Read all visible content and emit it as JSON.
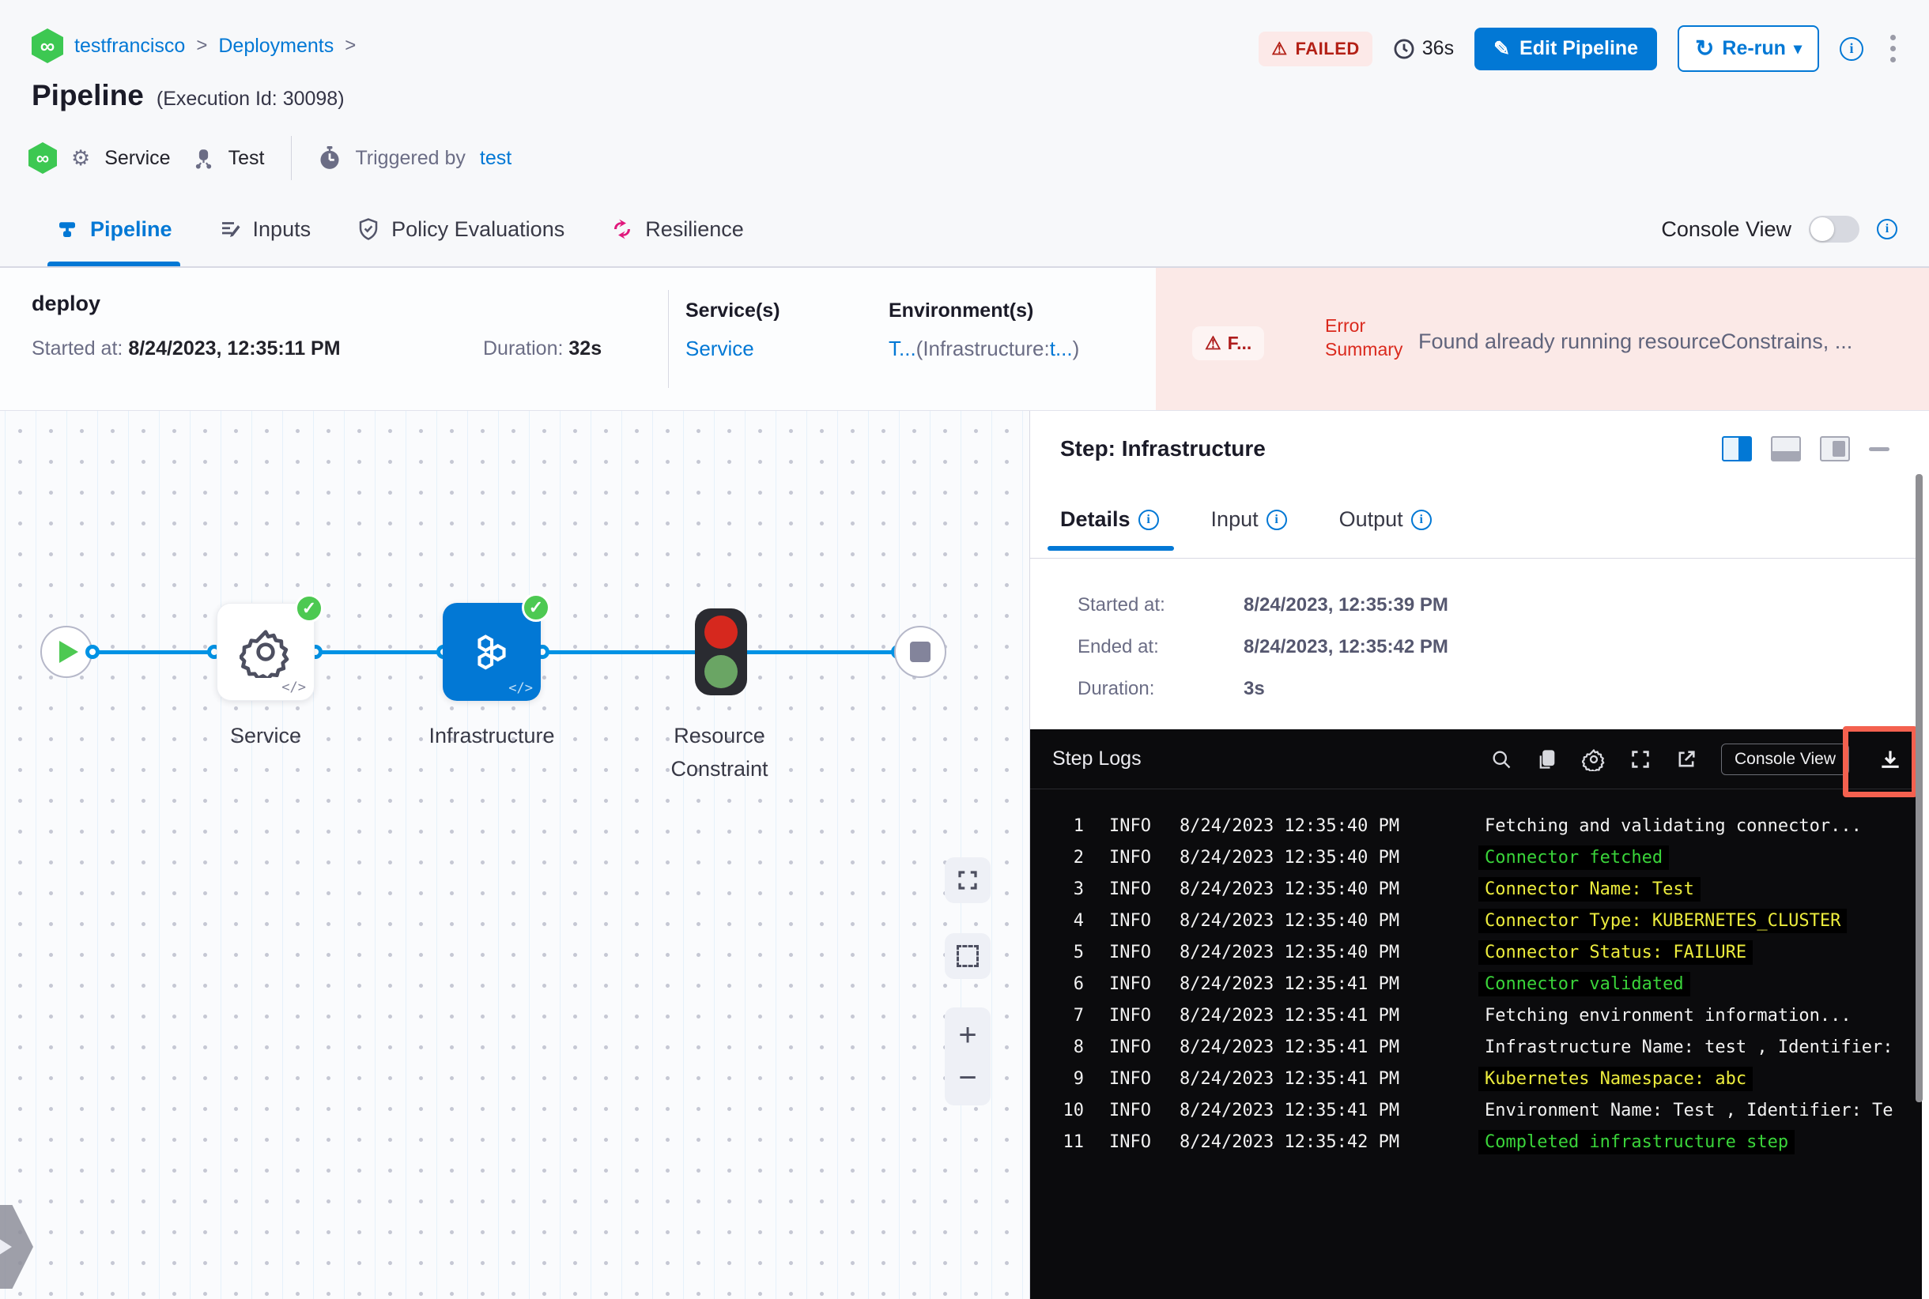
{
  "breadcrumb": {
    "items": [
      "testfrancisco",
      "Deployments"
    ],
    "separator": ">"
  },
  "header": {
    "title": "Pipeline",
    "execution_id": "(Execution Id: 30098)",
    "service_label": "Service",
    "test_label": "Test",
    "triggered_by_label": "Triggered by",
    "triggered_by_value": "test",
    "status_badge": "FAILED",
    "elapsed": "36s",
    "edit_pipeline_label": "Edit Pipeline",
    "rerun_label": "Re-run"
  },
  "tabs": {
    "items": [
      {
        "label": "Pipeline",
        "active": true
      },
      {
        "label": "Inputs",
        "active": false
      },
      {
        "label": "Policy Evaluations",
        "active": false
      },
      {
        "label": "Resilience",
        "active": false
      }
    ],
    "console_view_label": "Console View"
  },
  "stage": {
    "name": "deploy",
    "started_label": "Started at:",
    "started_value": "8/24/2023, 12:35:11 PM",
    "duration_label": "Duration:",
    "duration_value": "32s",
    "services_label": "Service(s)",
    "services_value": "Service",
    "environments_label": "Environment(s)",
    "env_link_1": "T...",
    "env_plain_1": "(Infrastructure:",
    "env_link_2": "t...",
    "env_plain_2": ")",
    "error_badge": "F...",
    "error_label_line1": "Error",
    "error_label_line2": "Summary",
    "error_message": "Found already running resourceConstrains, ..."
  },
  "graph": {
    "nodes": [
      {
        "label": "Service",
        "code_tag": "</>"
      },
      {
        "label": "Infrastructure",
        "code_tag": "</>"
      },
      {
        "label_line1": "Resource",
        "label_line2": "Constraint"
      }
    ],
    "zoom_in": "+",
    "zoom_out": "−"
  },
  "panel": {
    "title": "Step: Infrastructure",
    "tabs": [
      "Details",
      "Input",
      "Output"
    ],
    "details": [
      {
        "label": "Started at:",
        "value": "8/24/2023, 12:35:39 PM"
      },
      {
        "label": "Ended at:",
        "value": "8/24/2023, 12:35:42 PM"
      },
      {
        "label": "Duration:",
        "value": "3s"
      }
    ],
    "logs": {
      "title": "Step Logs",
      "console_view_label": "Console View",
      "lines": [
        {
          "n": "1",
          "level": "INFO",
          "ts": "8/24/2023 12:35:40 PM",
          "msg": "Fetching and validating connector...",
          "color": "white"
        },
        {
          "n": "2",
          "level": "INFO",
          "ts": "8/24/2023 12:35:40 PM",
          "msg": "Connector fetched",
          "color": "green"
        },
        {
          "n": "3",
          "level": "INFO",
          "ts": "8/24/2023 12:35:40 PM",
          "msg": "Connector Name: Test",
          "color": "yellow"
        },
        {
          "n": "4",
          "level": "INFO",
          "ts": "8/24/2023 12:35:40 PM",
          "msg": "Connector Type: KUBERNETES_CLUSTER",
          "color": "yellow"
        },
        {
          "n": "5",
          "level": "INFO",
          "ts": "8/24/2023 12:35:40 PM",
          "msg": "Connector Status: FAILURE",
          "color": "yellow"
        },
        {
          "n": "6",
          "level": "INFO",
          "ts": "8/24/2023 12:35:41 PM",
          "msg": "Connector validated",
          "color": "green"
        },
        {
          "n": "7",
          "level": "INFO",
          "ts": "8/24/2023 12:35:41 PM",
          "msg": "Fetching environment information...",
          "color": "white"
        },
        {
          "n": "8",
          "level": "INFO",
          "ts": "8/24/2023 12:35:41 PM",
          "msg": "Infrastructure Name: test , Identifier:",
          "color": "white"
        },
        {
          "n": "9",
          "level": "INFO",
          "ts": "8/24/2023 12:35:41 PM",
          "msg": "Kubernetes Namespace: abc",
          "color": "yellow"
        },
        {
          "n": "10",
          "level": "INFO",
          "ts": "8/24/2023 12:35:41 PM",
          "msg": "Environment Name: Test , Identifier: Te",
          "color": "white"
        },
        {
          "n": "11",
          "level": "INFO",
          "ts": "8/24/2023 12:35:42 PM",
          "msg": "Completed infrastructure step",
          "color": "green"
        }
      ]
    }
  },
  "icons": {
    "warning": "⚠",
    "check": "✓",
    "caret_down": "▾",
    "refresh": "↻",
    "pencil": "✎",
    "infinity": "∞",
    "gear": "⚙"
  },
  "colors": {
    "primary": "#0278d5",
    "success": "#4dc952",
    "error": "#da291d",
    "error_bg": "#fbe9e7",
    "log_green": "#3ad43a",
    "log_yellow": "#ecec3d",
    "highlight_box": "#f4614f"
  }
}
